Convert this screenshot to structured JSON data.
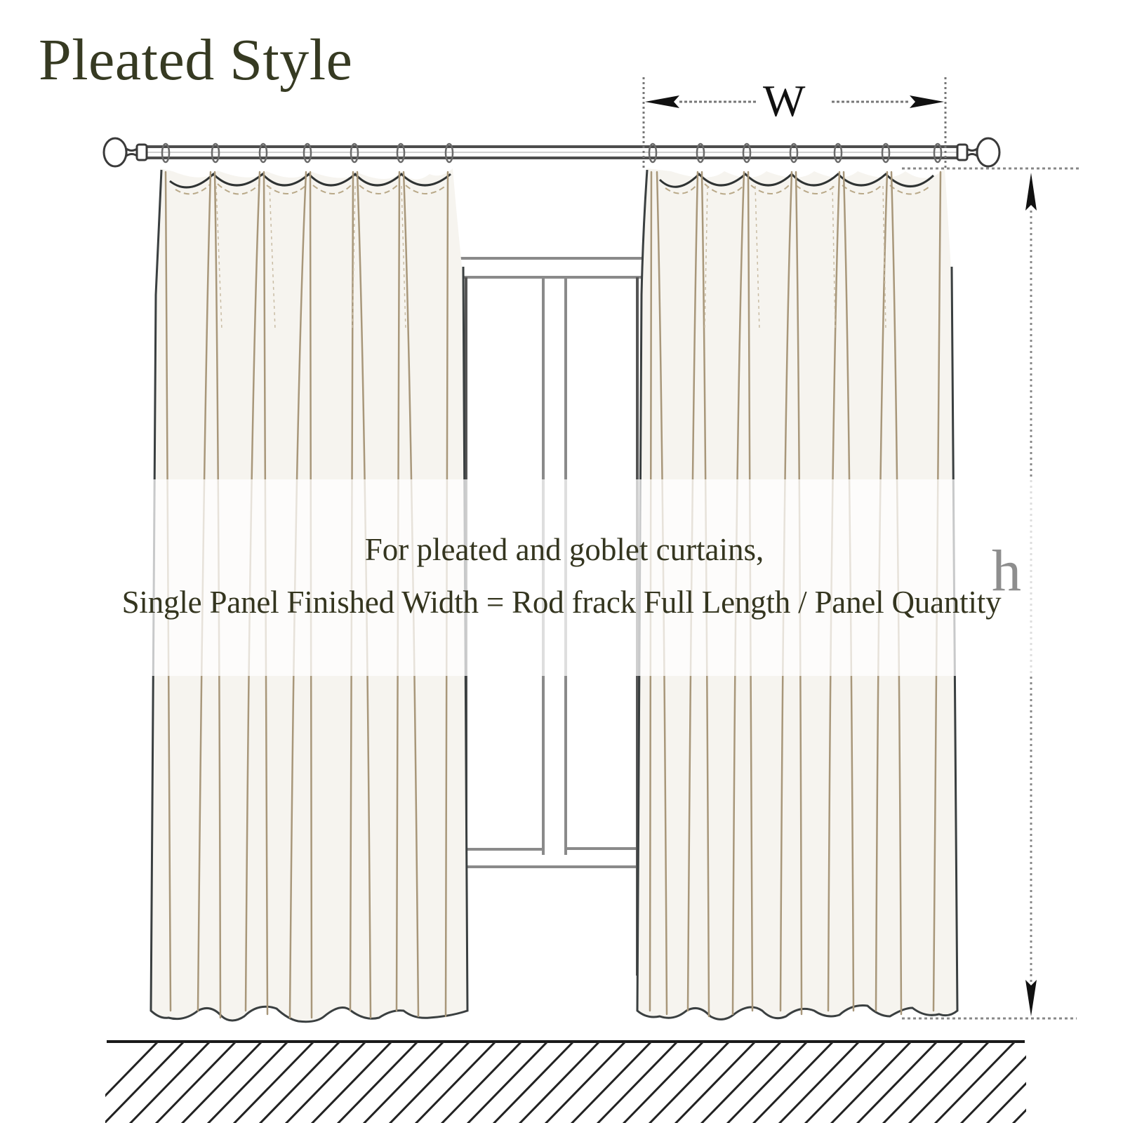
{
  "title": "Pleated Style",
  "caption": {
    "line1": "For pleated and goblet curtains,",
    "line2": "Single Panel Finished Width = Rod frack Full Length / Panel Quantity"
  },
  "dimensions": {
    "width_label": "W",
    "height_label": "h"
  },
  "diagram": {
    "elements": [
      "curtain-rod",
      "rod-finial-left",
      "rod-finial-right",
      "curtain-rings",
      "left-curtain-panel",
      "right-curtain-panel",
      "window-frame",
      "floor-hatching",
      "width-dimension-arrow",
      "height-dimension-arrow"
    ],
    "rings_per_panel": 7,
    "pleats_per_panel": 7
  },
  "colors": {
    "title_text": "#363a22",
    "caption_text": "#34351f",
    "pleat_line": "#a8977a",
    "outline": "#3a3f40",
    "curtain_fill": "#f6f4ef",
    "rod": "#555555"
  }
}
